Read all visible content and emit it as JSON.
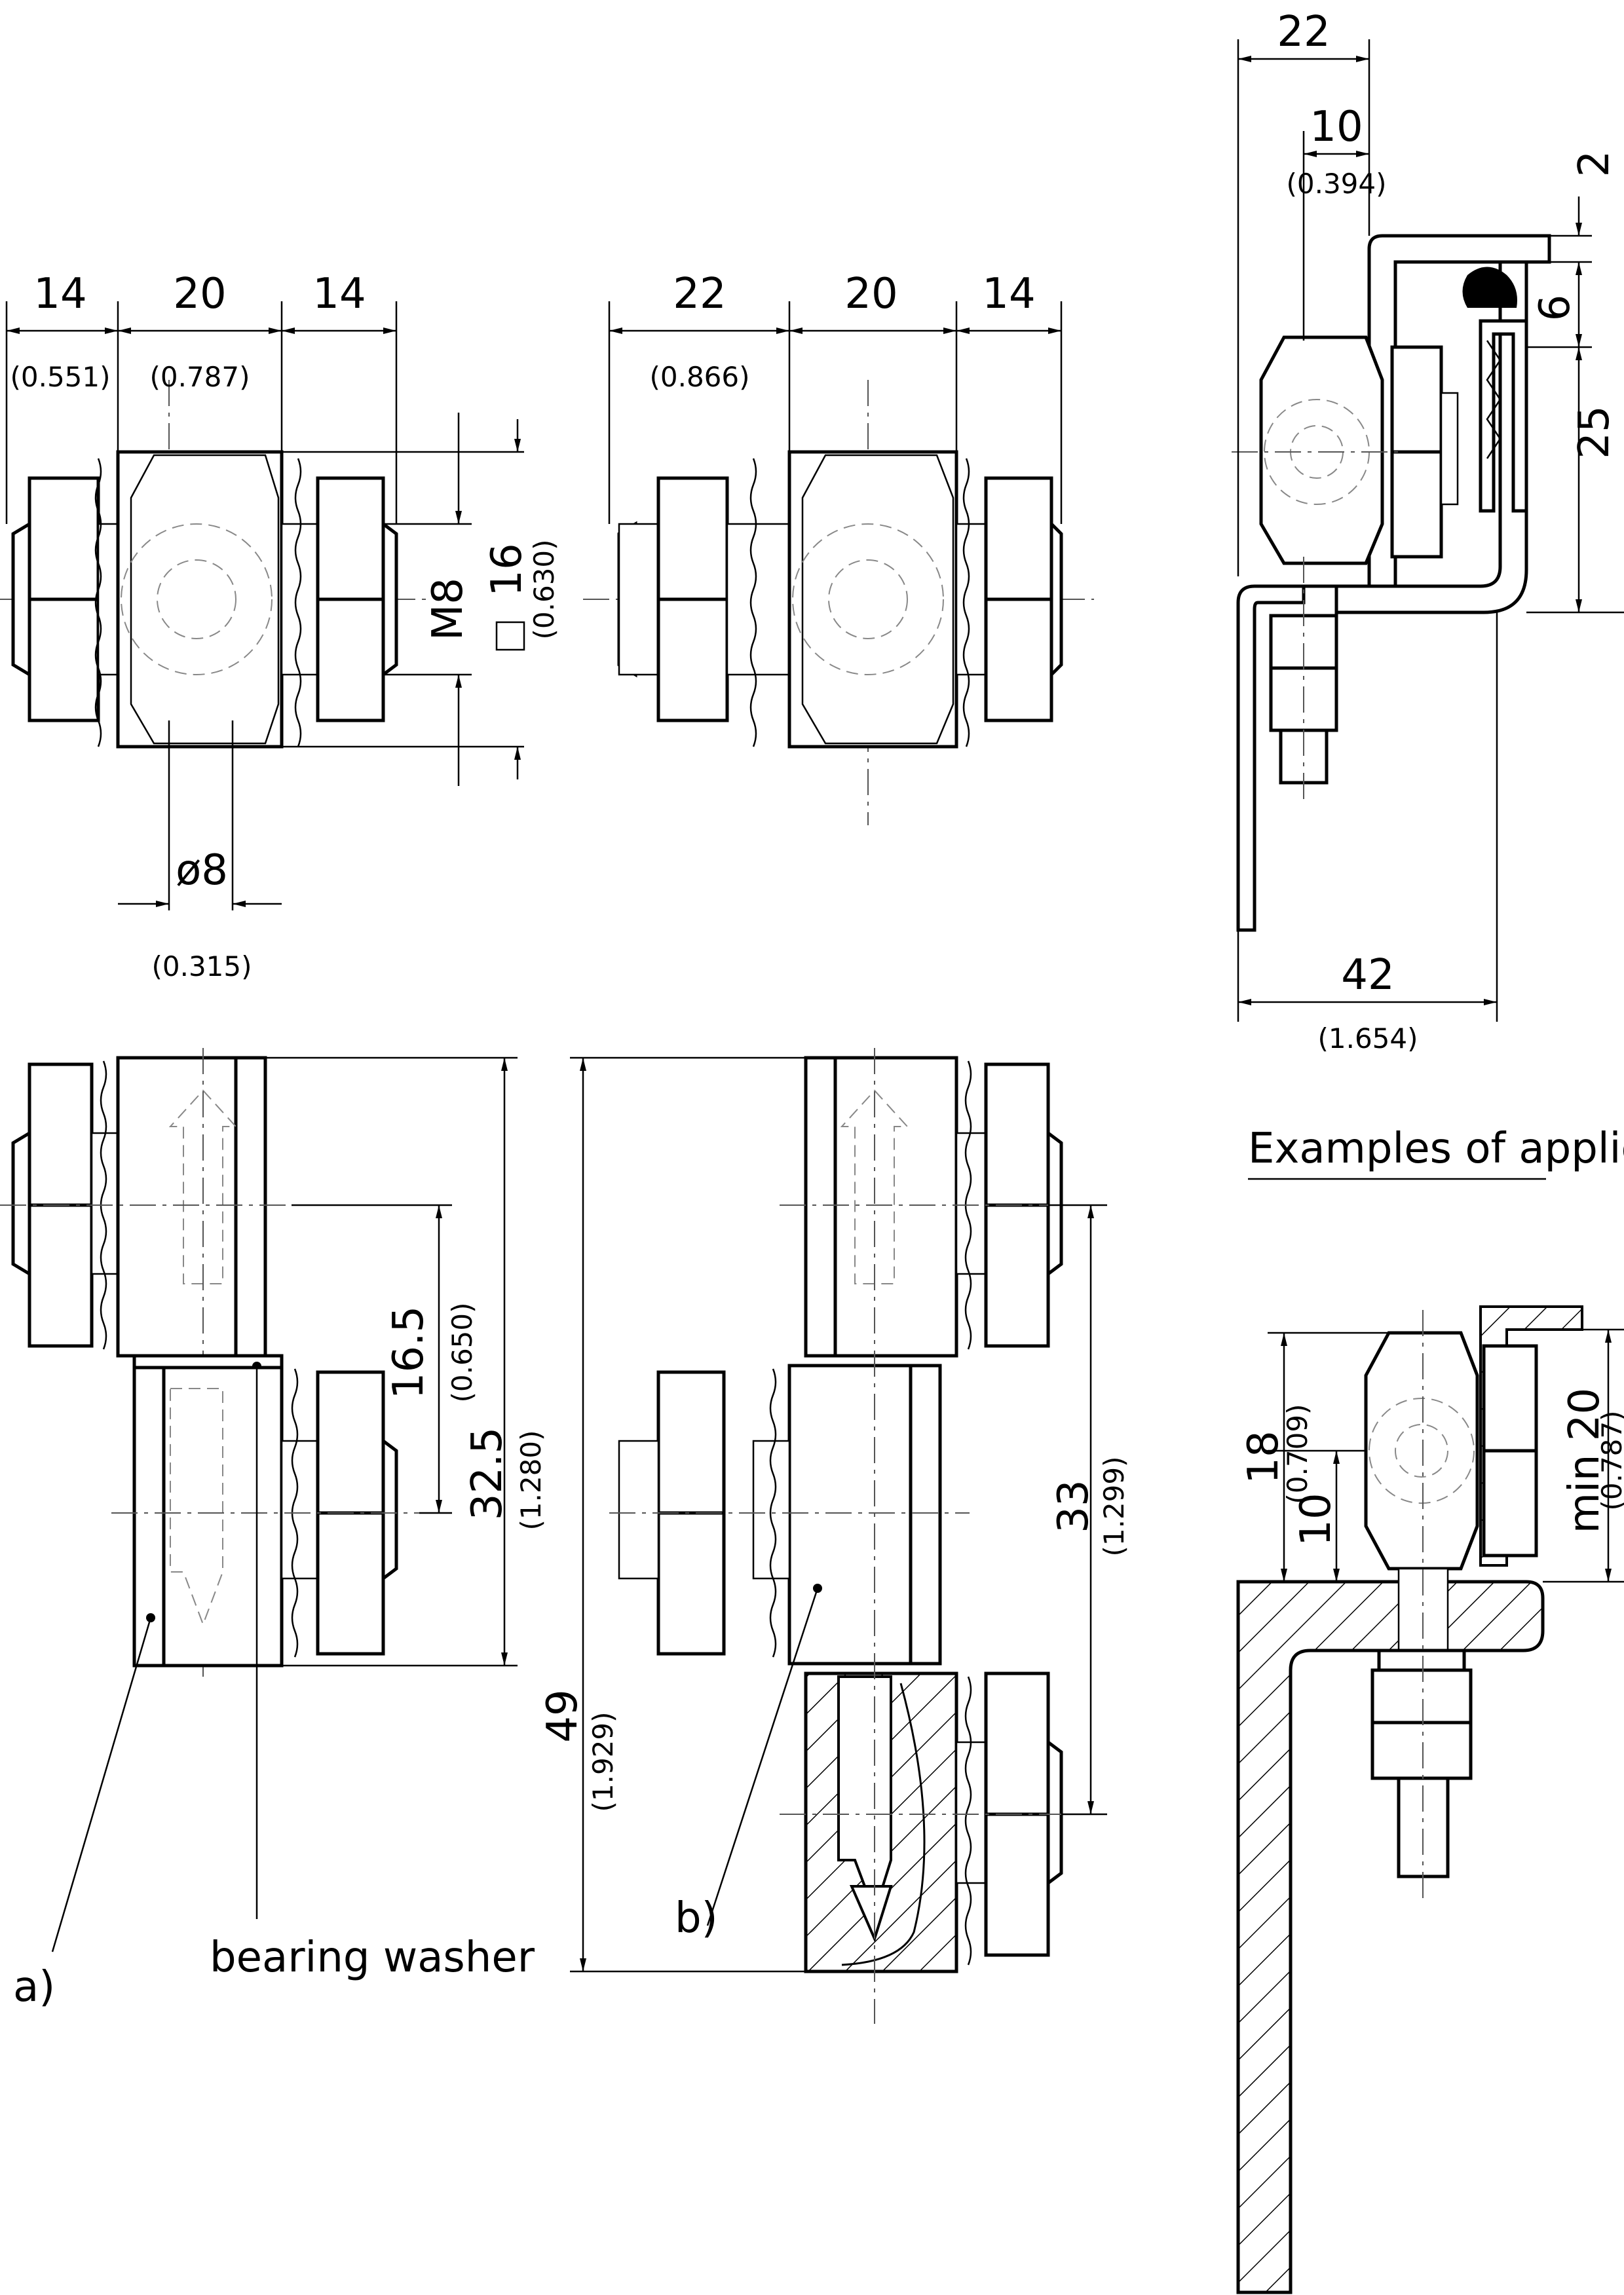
{
  "top_left_view": {
    "dims": [
      {
        "value": "14",
        "inch": "(0.551)"
      },
      {
        "value": "20",
        "inch": "(0.787)"
      },
      {
        "value": "14",
        "inch": ""
      }
    ],
    "thread": "M8",
    "square": "16",
    "square_inch": "(0.630)",
    "pin_diameter": "ø8",
    "pin_diameter_inch": "(0.315)"
  },
  "top_mid_view": {
    "dims": [
      {
        "value": "22",
        "inch": "(0.866)"
      },
      {
        "value": "20",
        "inch": ""
      },
      {
        "value": "14",
        "inch": ""
      }
    ]
  },
  "bottom_left_view": {
    "dim_offset": "16.5",
    "dim_offset_inch": "(0.650)",
    "dim_height": "32.5",
    "dim_height_inch": "(1.280)",
    "label_a": "a)",
    "label_washer": "bearing washer"
  },
  "bottom_mid_view": {
    "dim_total": "49",
    "dim_total_inch": "(1.929)",
    "dim_offset": "33",
    "dim_offset_inch": "(1.299)",
    "label_b": "b)"
  },
  "application_top": {
    "dim_22": "22",
    "dim_10": "10",
    "dim_10_inch": "(0.394)",
    "dim_2": "2",
    "dim_6": "6",
    "dim_25": "25",
    "dim_42": "42",
    "dim_42_inch": "(1.654)"
  },
  "application_caption": "Examples of application",
  "application_bottom": {
    "dim_18": "18",
    "dim_18_inch": "(0.709)",
    "dim_10": "10",
    "dim_min20": "min 20",
    "dim_min20_inch": "(0.787)"
  }
}
